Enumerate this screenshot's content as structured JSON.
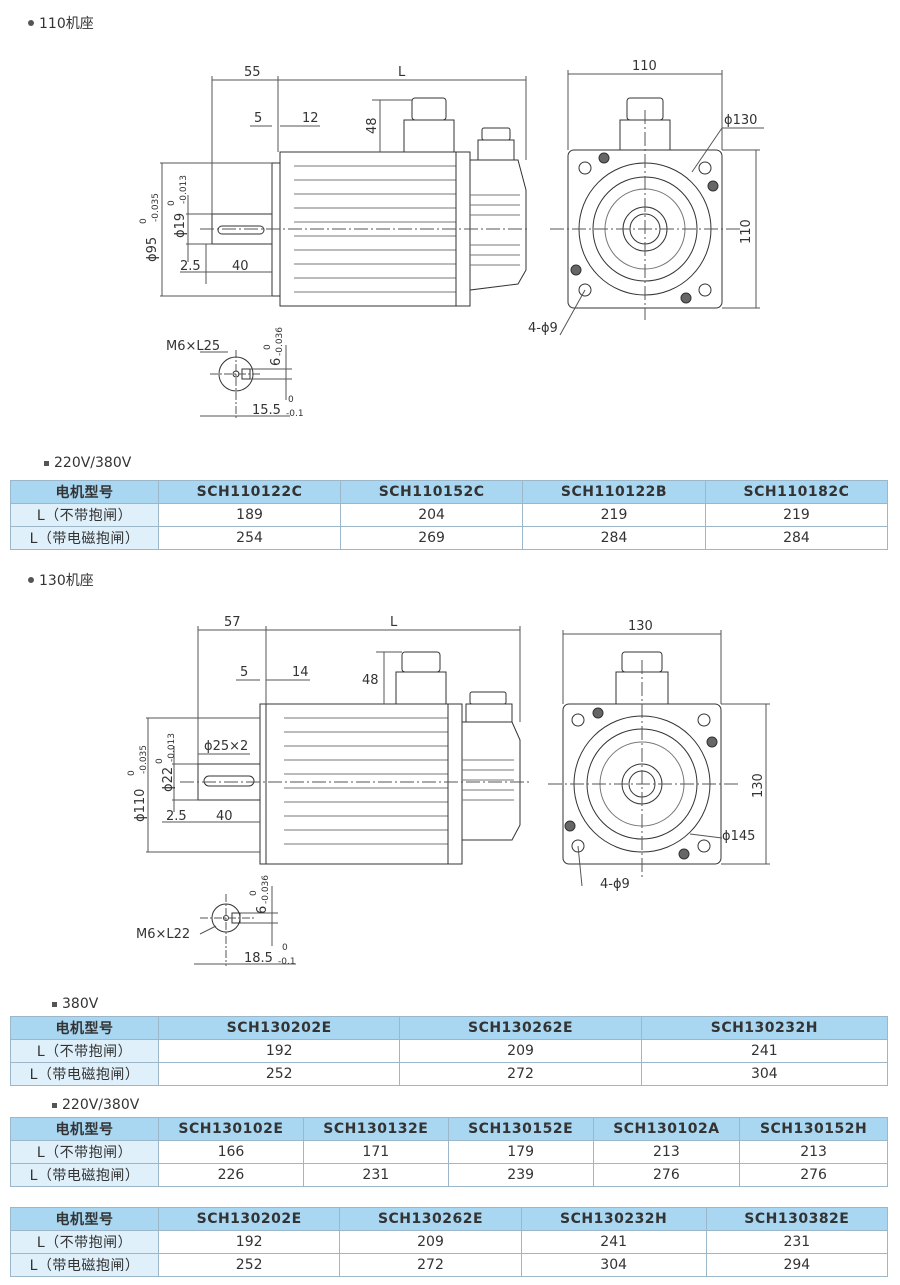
{
  "sec110": {
    "title": "110机座",
    "dims": {
      "d55": "55",
      "dL": "L",
      "d5": "5",
      "d12": "12",
      "d48": "48",
      "d95": "ϕ95",
      "d95tol": "-0.035",
      "d95tol0": "0",
      "d19": "ϕ19",
      "d19tol": "-0.013",
      "d19tol0": "0",
      "d25": "2.5",
      "d40": "40",
      "m6": "M6×L25",
      "d6": "6",
      "d6tol": "-0.036",
      "d6tol0": "0",
      "d155": "15.5",
      "d155tol": "-0.1",
      "d155tol0": "0",
      "d110w": "110",
      "d130": "ϕ130",
      "d110h": "110",
      "d4p9": "4-ϕ9"
    }
  },
  "table110": {
    "voltage": "220V/380V",
    "header_label": "电机型号",
    "row1_label": "L（不带抱闸）",
    "row2_label": "L（带电磁抱闸）",
    "models": [
      "SCH110122C",
      "SCH110152C",
      "SCH110122B",
      "SCH110182C"
    ],
    "row1": [
      "189",
      "204",
      "219",
      "219"
    ],
    "row2": [
      "254",
      "269",
      "284",
      "284"
    ]
  },
  "sec130": {
    "title": "130机座",
    "dims": {
      "d57": "57",
      "dL": "L",
      "d5": "5",
      "d14": "14",
      "d48": "48",
      "d110": "ϕ110",
      "d110tol": "-0.035",
      "d110tol0": "0",
      "d22": "ϕ22",
      "d22tol": "-0.013",
      "d22tol0": "0",
      "d25x2": "ϕ25×2",
      "d25": "2.5",
      "d40": "40",
      "m6": "M6×L22",
      "d6": "6",
      "d6tol": "-0.036",
      "d6tol0": "0",
      "d185": "18.5",
      "d185tol": "-0.1",
      "d185tol0": "0",
      "d130w": "130",
      "d130h": "130",
      "d145": "ϕ145",
      "d4p9": "4-ϕ9"
    }
  },
  "table130a": {
    "voltage": "380V",
    "header_label": "电机型号",
    "row1_label": "L（不带抱闸）",
    "row2_label": "L（带电磁抱闸）",
    "models": [
      "SCH130202E",
      "SCH130262E",
      "SCH130232H"
    ],
    "row1": [
      "192",
      "209",
      "241"
    ],
    "row2": [
      "252",
      "272",
      "304"
    ]
  },
  "table130b": {
    "voltage": "220V/380V",
    "header_label": "电机型号",
    "row1_label": "L（不带抱闸）",
    "row2_label": "L（带电磁抱闸）",
    "models": [
      "SCH130102E",
      "SCH130132E",
      "SCH130152E",
      "SCH130102A",
      "SCH130152H"
    ],
    "row1": [
      "166",
      "171",
      "179",
      "213",
      "213"
    ],
    "row2": [
      "226",
      "231",
      "239",
      "276",
      "276"
    ]
  },
  "table130c": {
    "header_label": "电机型号",
    "row1_label": "L（不带抱闸）",
    "row2_label": "L（带电磁抱闸）",
    "models": [
      "SCH130202E",
      "SCH130262E",
      "SCH130232H",
      "SCH130382E"
    ],
    "row1": [
      "192",
      "209",
      "241",
      "231"
    ],
    "row2": [
      "252",
      "272",
      "304",
      "294"
    ]
  }
}
